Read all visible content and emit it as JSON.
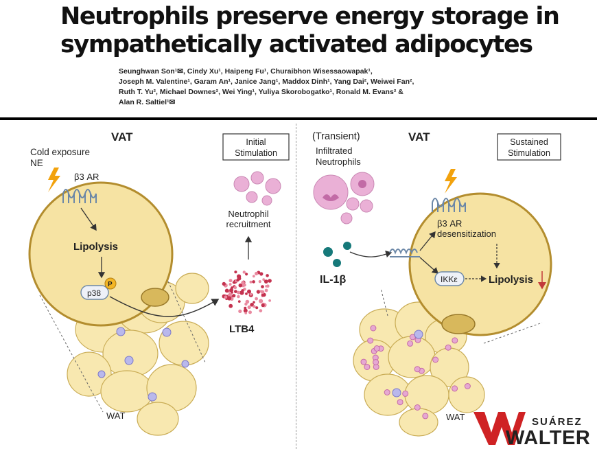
{
  "title_line1": "Neutrophils preserve energy storage in",
  "title_line2": "sympathetically activated adipocytes",
  "authors": {
    "line1": "Seunghwan Son¹✉, Cindy Xu¹, Haipeng Fu¹, Churaibhon Wisessaowapak¹,",
    "line2": "Joseph M. Valentine¹, Garam An¹, Janice Jang¹, Maddox Dinh¹, Yang Dai², Weiwei Fan²,",
    "line3": "Ruth T. Yu², Michael Downes², Wei Ying¹, Yuliya Skorobogatko¹, Ronald M. Evans² &",
    "line4": "Alan R. Saltiel¹✉"
  },
  "left": {
    "vat": "VAT",
    "cold_line1": "Cold exposure",
    "cold_line2": "NE",
    "b3ar": "β3 AR",
    "lipolysis": "Lipolysis",
    "p38": "p38",
    "p": "P",
    "box_line1": "Initial",
    "box_line2": "Stimulation",
    "recruit_line1": "Neutrophil",
    "recruit_line2": "recruitment",
    "ltb4": "LTB4",
    "wat": "WAT"
  },
  "right": {
    "transient": "(Transient)",
    "infil_line1": "Infiltrated",
    "infil_line2": "Neutrophils",
    "vat": "VAT",
    "box_line1": "Sustained",
    "box_line2": "Stimulation",
    "b3ar": "β3 AR",
    "desens": "desensitization",
    "il1b": "IL-1β",
    "ikke": "IKKε",
    "lipolysis": "Lipolysis",
    "wat": "WAT"
  },
  "logo": {
    "top": "SUÁREZ",
    "bottom": "WALTER"
  },
  "colors": {
    "cell_fill": "#f8e8b0",
    "cell_stroke": "#b39436",
    "neutrophil": "#e6a8d2",
    "ltb4_dot": "#c4324f",
    "il1b_dot": "#16797a",
    "bolt": "#f2a20d",
    "logo_red": "#cf2224"
  }
}
